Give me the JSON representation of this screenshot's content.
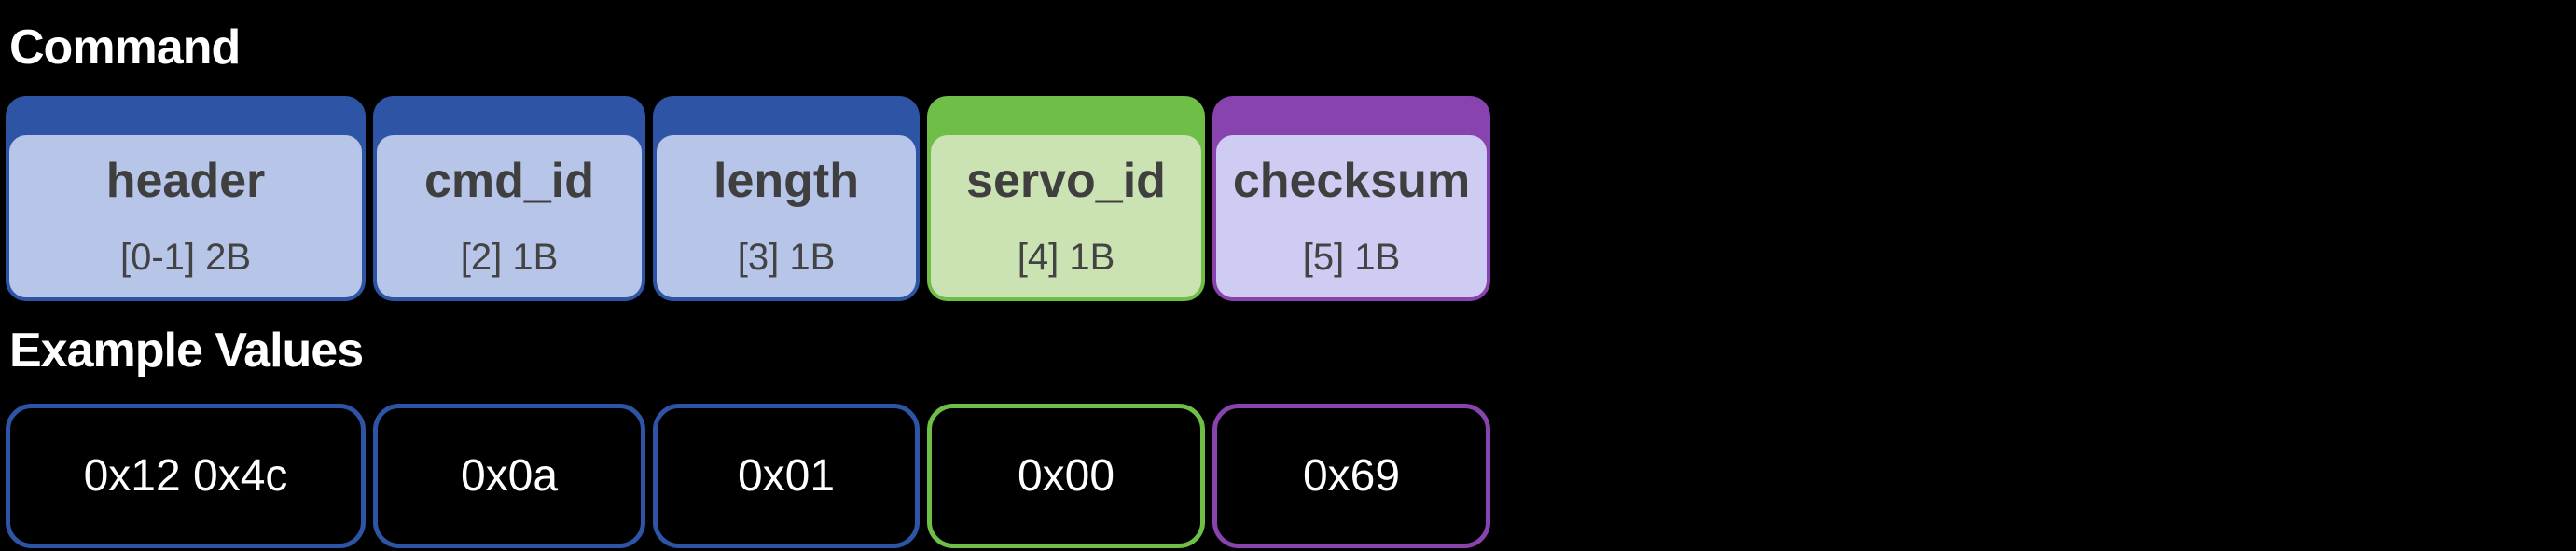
{
  "background": "#000000",
  "command_section": {
    "title": "Command"
  },
  "example_section": {
    "title": "Example Values"
  },
  "fields": [
    {
      "name": "header",
      "bytes": "[0-1] 2B",
      "example_value": "0x12 0x4c",
      "scheme": "blue"
    },
    {
      "name": "cmd_id",
      "bytes": "[2] 1B",
      "example_value": "0x0a",
      "scheme": "blue"
    },
    {
      "name": "length",
      "bytes": "[3] 1B",
      "example_value": "0x01",
      "scheme": "blue"
    },
    {
      "name": "servo_id",
      "bytes": "[4] 1B",
      "example_value": "0x00",
      "scheme": "green"
    },
    {
      "name": "checksum",
      "bytes": "[5] 1B",
      "example_value": "0x69",
      "scheme": "purple"
    }
  ],
  "colors": {
    "blue": {
      "cap": "#2E55A5",
      "fill": "#B6C5E8",
      "border": "#2E55A5"
    },
    "green": {
      "cap": "#6FBE48",
      "fill": "#CBE3B2",
      "border": "#6FBE48"
    },
    "purple": {
      "cap": "#8943AF",
      "fill": "#CFCCF4",
      "border": "#8943AF"
    },
    "field_name_text": "#3F3F3F",
    "field_bytes_text": "#434343",
    "section_title_text": "#FFFFFF",
    "example_value_text": "#FFFFFF"
  }
}
